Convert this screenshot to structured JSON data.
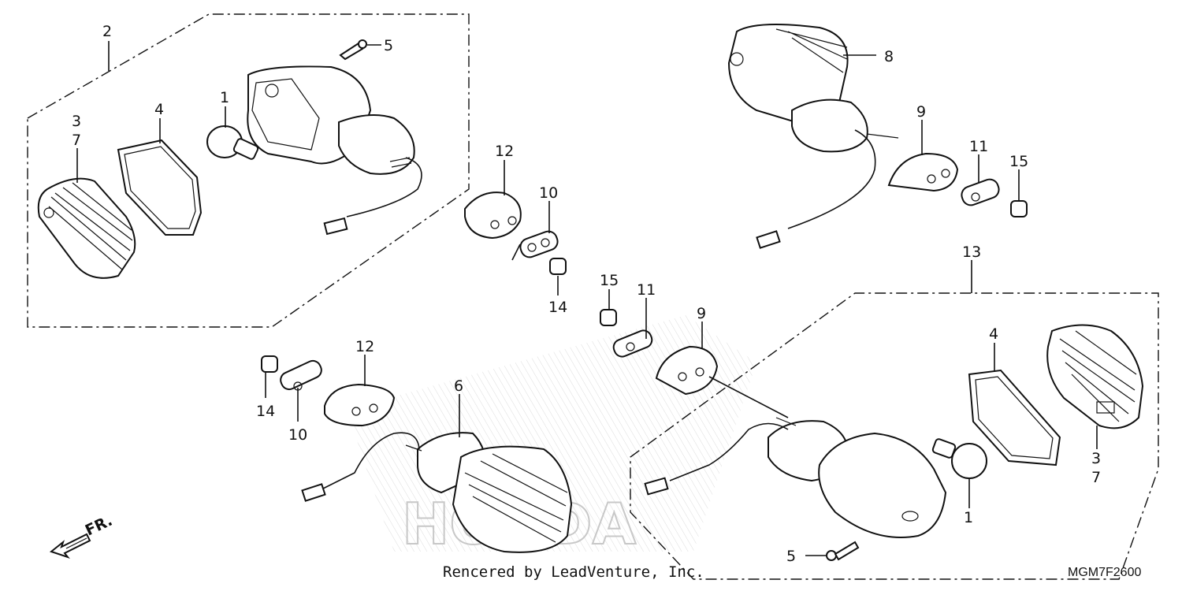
{
  "callouts": {
    "c2": "2",
    "c5a": "5",
    "c1a": "1",
    "c4a": "4",
    "c3a": "3",
    "c7a": "7",
    "c8": "8",
    "c9a": "9",
    "c11a": "11",
    "c15a": "15",
    "c12a": "12",
    "c10a": "10",
    "c14a": "14",
    "c13": "13",
    "c15b": "15",
    "c11b": "11",
    "c9b": "9",
    "c12b": "12",
    "c14b": "14",
    "c10b": "10",
    "c6": "6",
    "c4b": "4",
    "c3b": "3",
    "c7b": "7",
    "c1b": "1",
    "c5b": "5"
  },
  "direction_label": "FR.",
  "watermark": "HONDA",
  "credit": "Rencered by LeadVenture, Inc.",
  "diagram_code": "MGM7F2600"
}
